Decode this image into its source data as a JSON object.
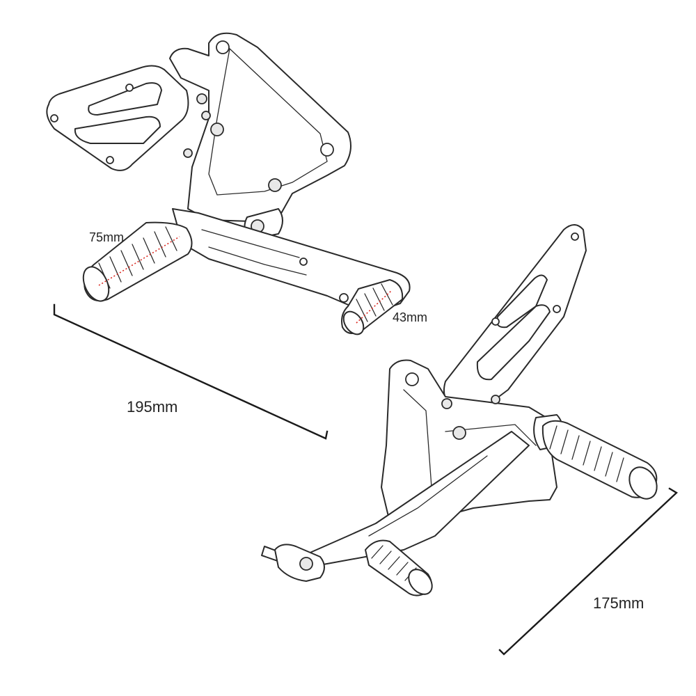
{
  "labels": {
    "peg_length": "75mm",
    "peg_diameter": "43mm",
    "width_dimension": "195mm",
    "height_dimension": "175mm"
  },
  "colors": {
    "line": "#2a2a2a",
    "measure_marker": "#d9251d",
    "background": "#ffffff"
  }
}
